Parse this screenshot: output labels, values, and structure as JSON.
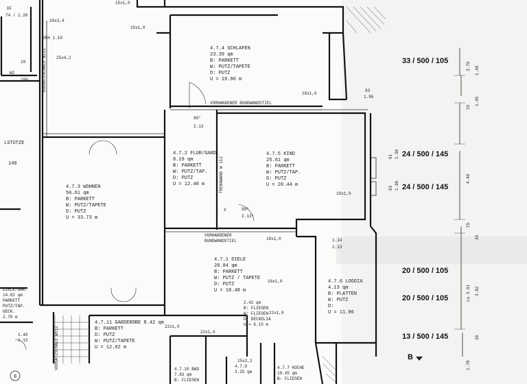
{
  "rooms": [
    {
      "id": "schlafen",
      "lines": [
        "4.7.4  SCHLAFEN",
        "23.39 qm",
        "B: PARKETT",
        "W: PUTZ/TAPETE",
        "D: PUTZ",
        "U = 19.96 m"
      ]
    },
    {
      "id": "flur",
      "lines": [
        "4.7.2  FLUR/GARD.",
        "8.19 qm",
        "B: PARKETT",
        "W: PUTZ/TAP.",
        "D: PUTZ",
        "U = 12.40 m"
      ]
    },
    {
      "id": "kind",
      "lines": [
        "4.7.5  KIND",
        "25.61 qm",
        "B: PARKETT",
        "W: PUTZ/TAP.",
        "D: PUTZ",
        "U = 20.44 m"
      ]
    },
    {
      "id": "wohnen",
      "lines": [
        "4.7.3  WOHNEN",
        "56.61 qm",
        "B: PARKETT",
        "W: PUTZ/TAPETE",
        "D: PUTZ",
        "U = 33.73 m"
      ]
    },
    {
      "id": "diele",
      "lines": [
        "4.7.1  DIELE",
        "20.84 qm",
        "B: PARKETT",
        "W: PUTZ / TAPETE",
        "D: PUTZ",
        "U = 18.48 m"
      ]
    },
    {
      "id": "loggia",
      "lines": [
        "4.7.6  LOGGIA",
        "4.13 qm",
        "B: PLATTEN",
        "W: PUTZ",
        "D:",
        "U = 11.96"
      ]
    },
    {
      "id": "garderobe",
      "lines": [
        "4.7.11  GARDEROBE  8.42 qm",
        "B: PARKETT",
        "D: PUTZ",
        "W: PUTZ/TAPETE",
        "U = 12.02 m"
      ]
    },
    {
      "id": "wc",
      "lines": [
        "2.42 qm",
        "B: FLIESEN",
        "W: FLIESEN",
        "D: DECKELIA",
        "U = 6.15 m"
      ]
    },
    {
      "id": "bad",
      "lines": [
        "4.7.10  BAD",
        "7.83 qm",
        "B: FLIESEN"
      ]
    },
    {
      "id": "abstell",
      "lines": [
        "4.7.9",
        "3.25 qm"
      ]
    },
    {
      "id": "kueche",
      "lines": [
        "4.7.7  KÜCHE",
        "10.45 qm",
        "B: FLIESEN"
      ]
    },
    {
      "id": "diele_gar",
      "lines": [
        "DIELE/GAR.",
        "14.82 qm",
        "PARKETT",
        "PUTZ/TAP.",
        "GECK.",
        "2.70 m"
      ]
    }
  ],
  "windows": [
    "33 / 500 / 105",
    "24 / 500 / 145",
    "24 / 500 / 145",
    "20 / 500 / 105",
    "20 / 500 / 105",
    "13 / 500 / 145"
  ],
  "wall_labels": {
    "bundwand_top": "VORHANDENER BUNDWANDSTIEL",
    "bundwand_mid": "VORHANDENER",
    "bundwand_mid2": "BUNDWANDSTIEL",
    "trennwand": "TRENNWAND W 112",
    "vorsatz": "VORSATZSCHALE W112",
    "vorsatz2": "VORSATZSCHALE W112",
    "stuetze": "LSTÜTZE",
    "stuetze2": "140"
  },
  "dims": [
    "15x1,0",
    "15x1,0",
    "18x1,0",
    "18x1,0",
    "18x1,0",
    "18x1,0",
    "22x1,0",
    "22x1,0",
    "22x1,0",
    "25x2,2",
    "88⁵",
    "2.13",
    "88⁵",
    "2.13⁵",
    "1.14",
    "2.13",
    "93",
    "1.96",
    "91",
    "1.96",
    "93",
    "1.96",
    "3.76",
    "1.49",
    "1.05",
    "15",
    "4.40",
    "15",
    "39",
    "3.82",
    "ca 3.91",
    "30",
    "1.78",
    "20x3,4",
    "25x4,2",
    "BRH 1.10",
    "DF",
    "74 / 1.20",
    "W2",
    "100",
    "10",
    "1.40",
    "2.13",
    "X",
    "B",
    "8"
  ],
  "legend_marks": [
    "B",
    "8"
  ]
}
